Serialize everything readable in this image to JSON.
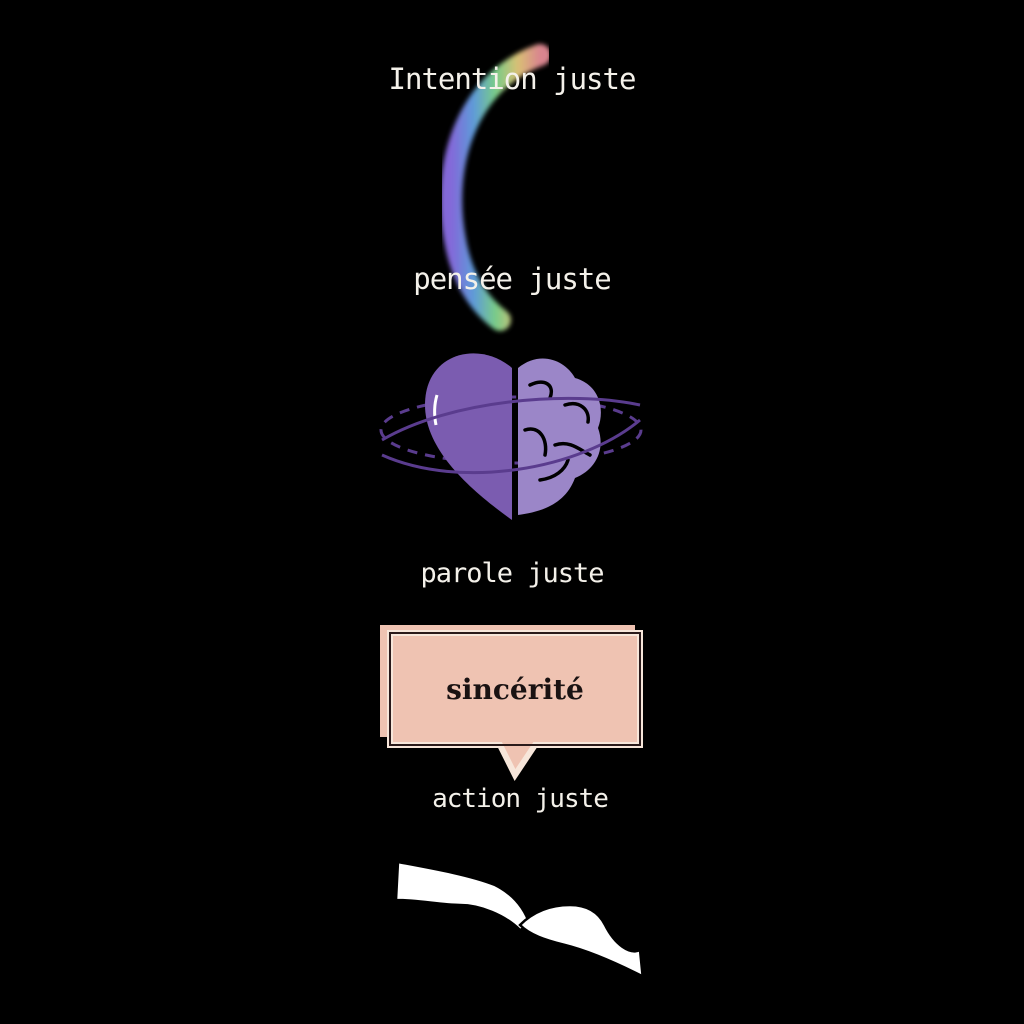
{
  "steps": [
    {
      "label": "Intention juste"
    },
    {
      "label": "pensée juste"
    },
    {
      "label": "parole juste"
    },
    {
      "label": "action juste"
    }
  ],
  "bubble": {
    "text": "sincérité"
  },
  "icons": [
    "rainbow-arc",
    "heart-brain",
    "speech-bubble",
    "touching-hands"
  ],
  "colors": {
    "background": "#000000",
    "heart": "#7b5cb0",
    "brain": "#9b86c8",
    "bubble": "#efc3b2",
    "text": "#f4f1ea"
  }
}
